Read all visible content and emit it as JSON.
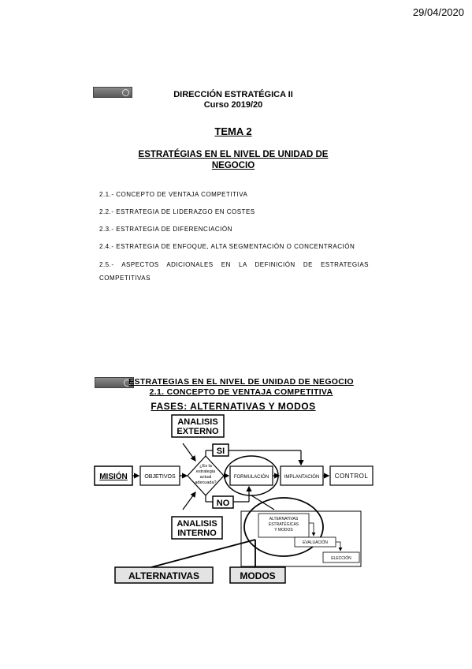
{
  "date": "29/04/2020",
  "slide1": {
    "title_line1": "DIRECCIÓN ESTRATÉGICA II",
    "title_line2": "Curso 2019/20",
    "tema": "TEMA 2",
    "subtitle_line1": "ESTRATÉGIAS EN EL NIVEL DE UNIDAD DE",
    "subtitle_line2": "NEGOCIO",
    "items": [
      "2.1.- CONCEPTO DE VENTAJA COMPETITIVA",
      "2.2.- ESTRATEGIA DE LIDERAZGO EN COSTES",
      "2.3.- ESTRATEGIA DE DIFERENCIACIÓN",
      "2.4.- ESTRATEGIA DE ENFOQUE, ALTA SEGMENTACIÓN O CONCENTRACIÓN",
      "2.5.- ASPECTOS ADICIONALES EN LA DEFINICIÓN DE ESTRATEGIAS COMPETITIVAS"
    ]
  },
  "slide2": {
    "heading1": "ESTRATEGIAS EN EL NIVEL DE UNIDAD DE NEGOCIO",
    "heading2": "2.1. CONCEPTO DE VENTAJA COMPETITIVA",
    "heading3": "FASES: ALTERNATIVAS Y MODOS",
    "diagram": {
      "analisis_externo_1": "ANALISIS",
      "analisis_externo_2": "EXTERNO",
      "analisis_interno_1": "ANALISIS",
      "analisis_interno_2": "INTERNO",
      "mision": "MISIÓN",
      "objetivos": "OBJETIVOS",
      "question_1": "¿Es la",
      "question_2": "estrategia",
      "question_3": "actual",
      "question_4": "adecuada?",
      "si": "SI",
      "no": "NO",
      "formulacion": "FORMULACIÓN",
      "implantacion": "IMPLANTACIÓN",
      "control": "CONTROL",
      "alt_estrat_1": "ALTERNATIVAS",
      "alt_estrat_2": "ESTRATÉGICAS",
      "alt_estrat_3": "Y MODOS",
      "evaluacion": "EVALUACIÓN",
      "eleccion": "ELECCIÓN",
      "alternativas": "ALTERNATIVAS",
      "modos": "MODOS"
    }
  }
}
